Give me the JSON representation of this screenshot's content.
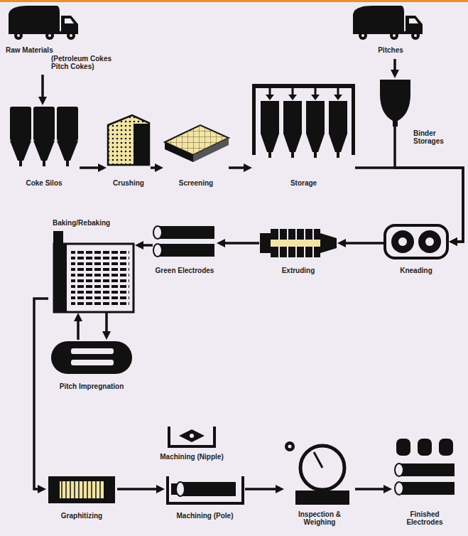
{
  "diagram": {
    "nodes": [
      {
        "text": [
          "Raw Materials",
          "(Petroleum Cokes Pitch Cokes)"
        ]
      },
      {
        "text": [
          "Pitches"
        ]
      },
      {
        "text": [
          "Coke Silos"
        ]
      },
      {
        "text": [
          "Crushing"
        ]
      },
      {
        "text": [
          "Screening"
        ]
      },
      {
        "text": [
          "Storage"
        ]
      },
      {
        "text": [
          "Binder Storages"
        ]
      },
      {
        "text": [
          "Baking/Rebaking"
        ]
      },
      {
        "text": [
          "Green Electrodes"
        ]
      },
      {
        "text": [
          "Extruding"
        ]
      },
      {
        "text": [
          "Kneading"
        ]
      },
      {
        "text": [
          "Pitch Impregnation"
        ]
      },
      {
        "text": [
          "Machining (Nipple)"
        ]
      },
      {
        "text": [
          "Graphitizing"
        ]
      },
      {
        "text": [
          "Machining (Pole)"
        ]
      },
      {
        "text": [
          "Inspection & Weighing"
        ]
      },
      {
        "text": [
          "Finished Electrodes"
        ]
      }
    ],
    "edges": [
      {
        "from": 0,
        "to": 2,
        "arrow": "to"
      },
      {
        "from": 2,
        "to": 3,
        "arrow": "to"
      },
      {
        "from": 3,
        "to": 4,
        "arrow": "to"
      },
      {
        "from": 4,
        "to": 5,
        "arrow": "to"
      },
      {
        "from": 1,
        "to": 6,
        "arrow": "to"
      },
      {
        "from": 5,
        "to": 10,
        "arrow": "to"
      },
      {
        "from": 6,
        "to": 10,
        "arrow": "to"
      },
      {
        "from": 10,
        "to": 9,
        "arrow": "to"
      },
      {
        "from": 9,
        "to": 8,
        "arrow": "to"
      },
      {
        "from": 8,
        "to": 7,
        "arrow": "to"
      },
      {
        "from": 7,
        "to": 11,
        "arrow": "to"
      },
      {
        "from": 11,
        "to": 7,
        "arrow": "to"
      },
      {
        "from": 7,
        "to": 13,
        "arrow": "to"
      },
      {
        "from": 13,
        "to": 14,
        "arrow": "to"
      },
      {
        "from": 14,
        "to": 15,
        "arrow": "to"
      },
      {
        "from": 15,
        "to": 16,
        "arrow": "to"
      }
    ]
  }
}
